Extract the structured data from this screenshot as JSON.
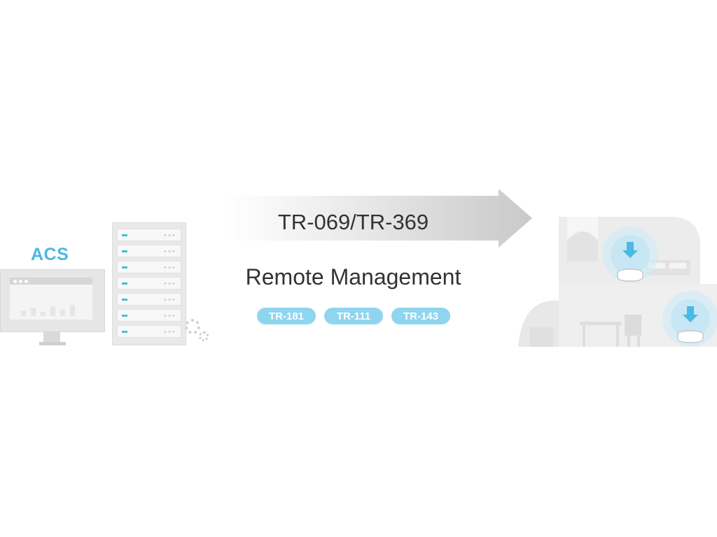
{
  "acs": {
    "label": "ACS"
  },
  "protocol": {
    "title": "TR-069/TR-369",
    "subtitle": "Remote Management",
    "standards": [
      "TR-181",
      "TR-111",
      "TR-143"
    ]
  },
  "colors": {
    "accent": "#4ab9e4",
    "pill": "#8fd5ef",
    "text": "#333333",
    "illustration_gray": "#e6e6e6"
  },
  "icons": [
    "monitor-icon",
    "server-rack-icon",
    "gear-icon",
    "arrow-right-icon",
    "wifi-router-icon",
    "house-icon"
  ]
}
